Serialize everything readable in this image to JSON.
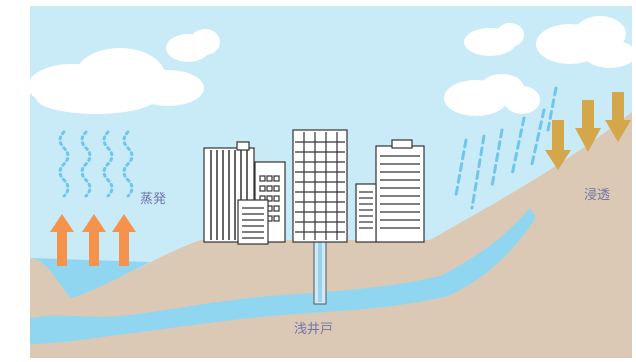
{
  "labels": {
    "evaporation": "蒸発",
    "infiltration": "浸透",
    "shallow_well": "浅井戸"
  },
  "colors": {
    "sky": "#c9ebf8",
    "ground": "#dcc9b5",
    "water": "#90d6f0",
    "rain": "#6fc6eb",
    "evaporation_arrow": "#f5924c",
    "infiltration_arrow": "#d4a84a"
  },
  "icons": [
    "cloud-icon",
    "rain-icon",
    "evaporation-arrow-icon",
    "infiltration-arrow-icon",
    "building-icon",
    "well-pipe-icon"
  ]
}
